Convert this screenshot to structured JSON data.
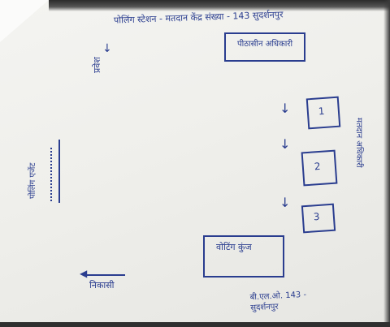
{
  "header": "पोलिंग स्टेशन - मतदान केंद्र संख्या - 143 सुदर्शनपुर",
  "entry_label": "प्रवेश",
  "entry_arrow": "↓",
  "officer_box": "पीठासीन अधिकारी",
  "booths": [
    "1",
    "2",
    "3"
  ],
  "arrows": [
    "↓",
    "↓",
    "↓"
  ],
  "right_label": "मतदान अधिकारी",
  "left_label": "पोलिंग एजेंट",
  "voting_box": "वोटिंग कुंज",
  "exit_label": "निकासी",
  "signature": "बी.एल.ओ. 143 - सुदर्शनपुर",
  "colors": {
    "ink": "#2a3d8f",
    "paper": "#efefeb"
  }
}
